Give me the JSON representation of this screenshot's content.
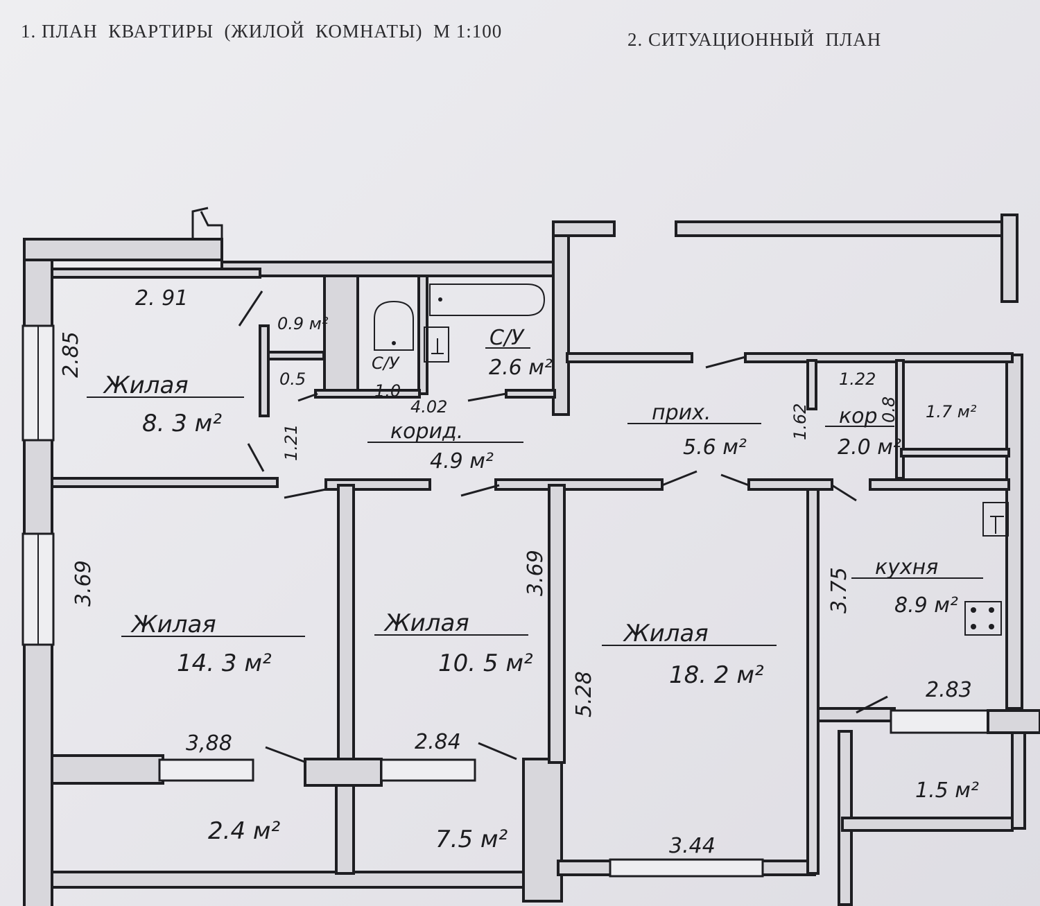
{
  "header": {
    "title_plan": "1. ПЛАН  КВАРТИРЫ  (ЖИЛОЙ  КОМНАТЫ)  М 1:100",
    "title_situation": "2. СИТУАЦИОННЫЙ  ПЛАН"
  },
  "rooms": {
    "living_small": {
      "name": "Жилая",
      "area": "8. 3 м²"
    },
    "living_left": {
      "name": "Жилая",
      "area": "14. 3 м²"
    },
    "living_mid": {
      "name": "Жилая",
      "area": "10. 5 м²"
    },
    "living_big": {
      "name": "Жилая",
      "area": "18. 2 м²"
    },
    "corridor": {
      "name": "корид.",
      "area": "4.9 м²"
    },
    "hall": {
      "name": "прих.",
      "area": "5.6 м²"
    },
    "kor": {
      "name": "кор",
      "area": "2.0 м²"
    },
    "kitchen": {
      "name": "кухня",
      "area": "8.9 м²"
    },
    "bath_small": {
      "name": "С/У",
      "area": "1.0"
    },
    "bath_big": {
      "name": "С/У",
      "area": "2.6 м²"
    },
    "closet_small": {
      "area": "0.9 м²"
    },
    "storage": {
      "area": "1.7 м²"
    },
    "balcony_left": {
      "area": "2.4 м²"
    },
    "balcony_mid": {
      "area": "7.5 м²"
    },
    "balcony_right": {
      "area": "1.5 м²"
    }
  },
  "dimensions": {
    "d_291": "2. 91",
    "d_285": "2.85",
    "d_05": "0.5",
    "d_121": "1.21",
    "d_402": "4.02",
    "d_369a": "3.69",
    "d_369b": "3.69",
    "d_528": "5.28",
    "d_162": "1.62",
    "d_122": "1.22",
    "d_08": "0.8",
    "d_375": "3.75",
    "d_283": "2.83",
    "d_388": "3,88",
    "d_284": "2.84",
    "d_344": "3.44"
  }
}
